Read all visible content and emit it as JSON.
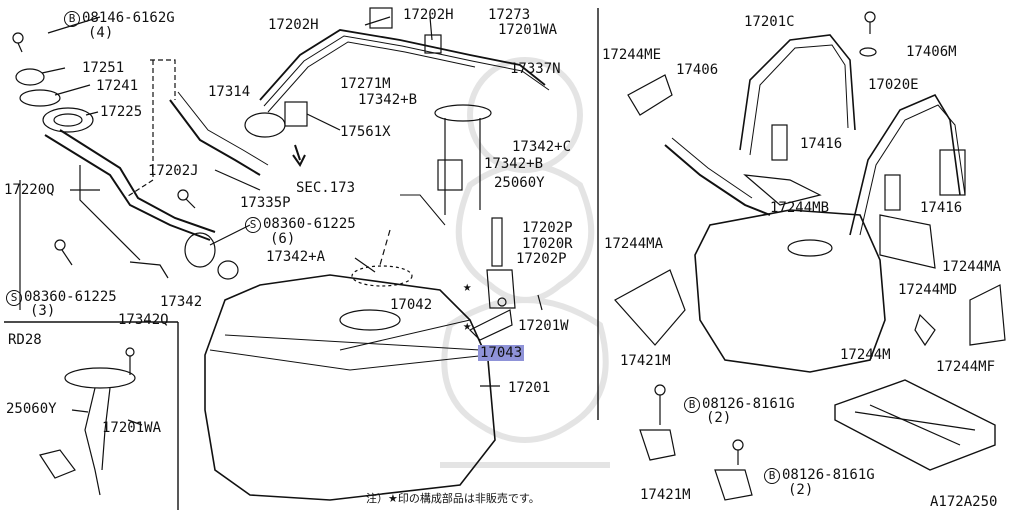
{
  "diagram": {
    "inset_title": "RD28",
    "footnote": "注）★印の構成部品は非販売です。",
    "diagram_code": "A172A250",
    "highlight_color": "#8f93d8",
    "star_symbol": "★",
    "labels": {
      "bolt_top_left": "08146-6162G",
      "bolt_top_left_qty": "(4)",
      "p17251": "17251",
      "p17241": "17241",
      "p17225": "17225",
      "p17220q": "17220Q",
      "p17202h_a": "17202H",
      "p17202h_b": "17202H",
      "p17273": "17273",
      "p17201wa_top": "17201WA",
      "p17271m": "17271M",
      "p17337n": "17337N",
      "p17314": "17314",
      "p17342b_a": "17342+B",
      "p17561x": "17561X",
      "p17342c": "17342+C",
      "p17342b_b": "17342+B",
      "p17202j": "17202J",
      "sec173": "SEC.173",
      "p25060y": "25060Y",
      "p17335p": "17335P",
      "screw_mid": "08360-61225",
      "screw_mid_qty": "(6)",
      "p17202p_a": "17202P",
      "p17020r": "17020R",
      "p17202p_b": "17202P",
      "p17342a": "17342+A",
      "screw_left": "08360-61225",
      "screw_left_qty": "(3)",
      "p17342": "17342",
      "p17342q": "17342Q",
      "p17042": "17042",
      "p17201w": "17201W",
      "p17043": "17043",
      "p17201": "17201",
      "inset_25060y": "25060Y",
      "inset_17201wa": "17201WA",
      "p17201c": "17201C",
      "p17244me": "17244ME",
      "p17406": "17406",
      "p17406m": "17406M",
      "p17020e": "17020E",
      "p17416_a": "17416",
      "p17244mb": "17244MB",
      "p17416_b": "17416",
      "p17244ma_l": "17244MA",
      "p17244ma_r": "17244MA",
      "p17244md": "17244MD",
      "p17421m_a": "17421M",
      "p17244m": "17244M",
      "p17244mf": "17244MF",
      "bolt_right_a": "08126-8161G",
      "bolt_right_a_qty": "(2)",
      "bolt_right_b": "08126-8161G",
      "bolt_right_b_qty": "(2)",
      "p17421m_b": "17421M"
    },
    "markers": {
      "bolt_marker": "B",
      "screw_marker": "S"
    }
  }
}
